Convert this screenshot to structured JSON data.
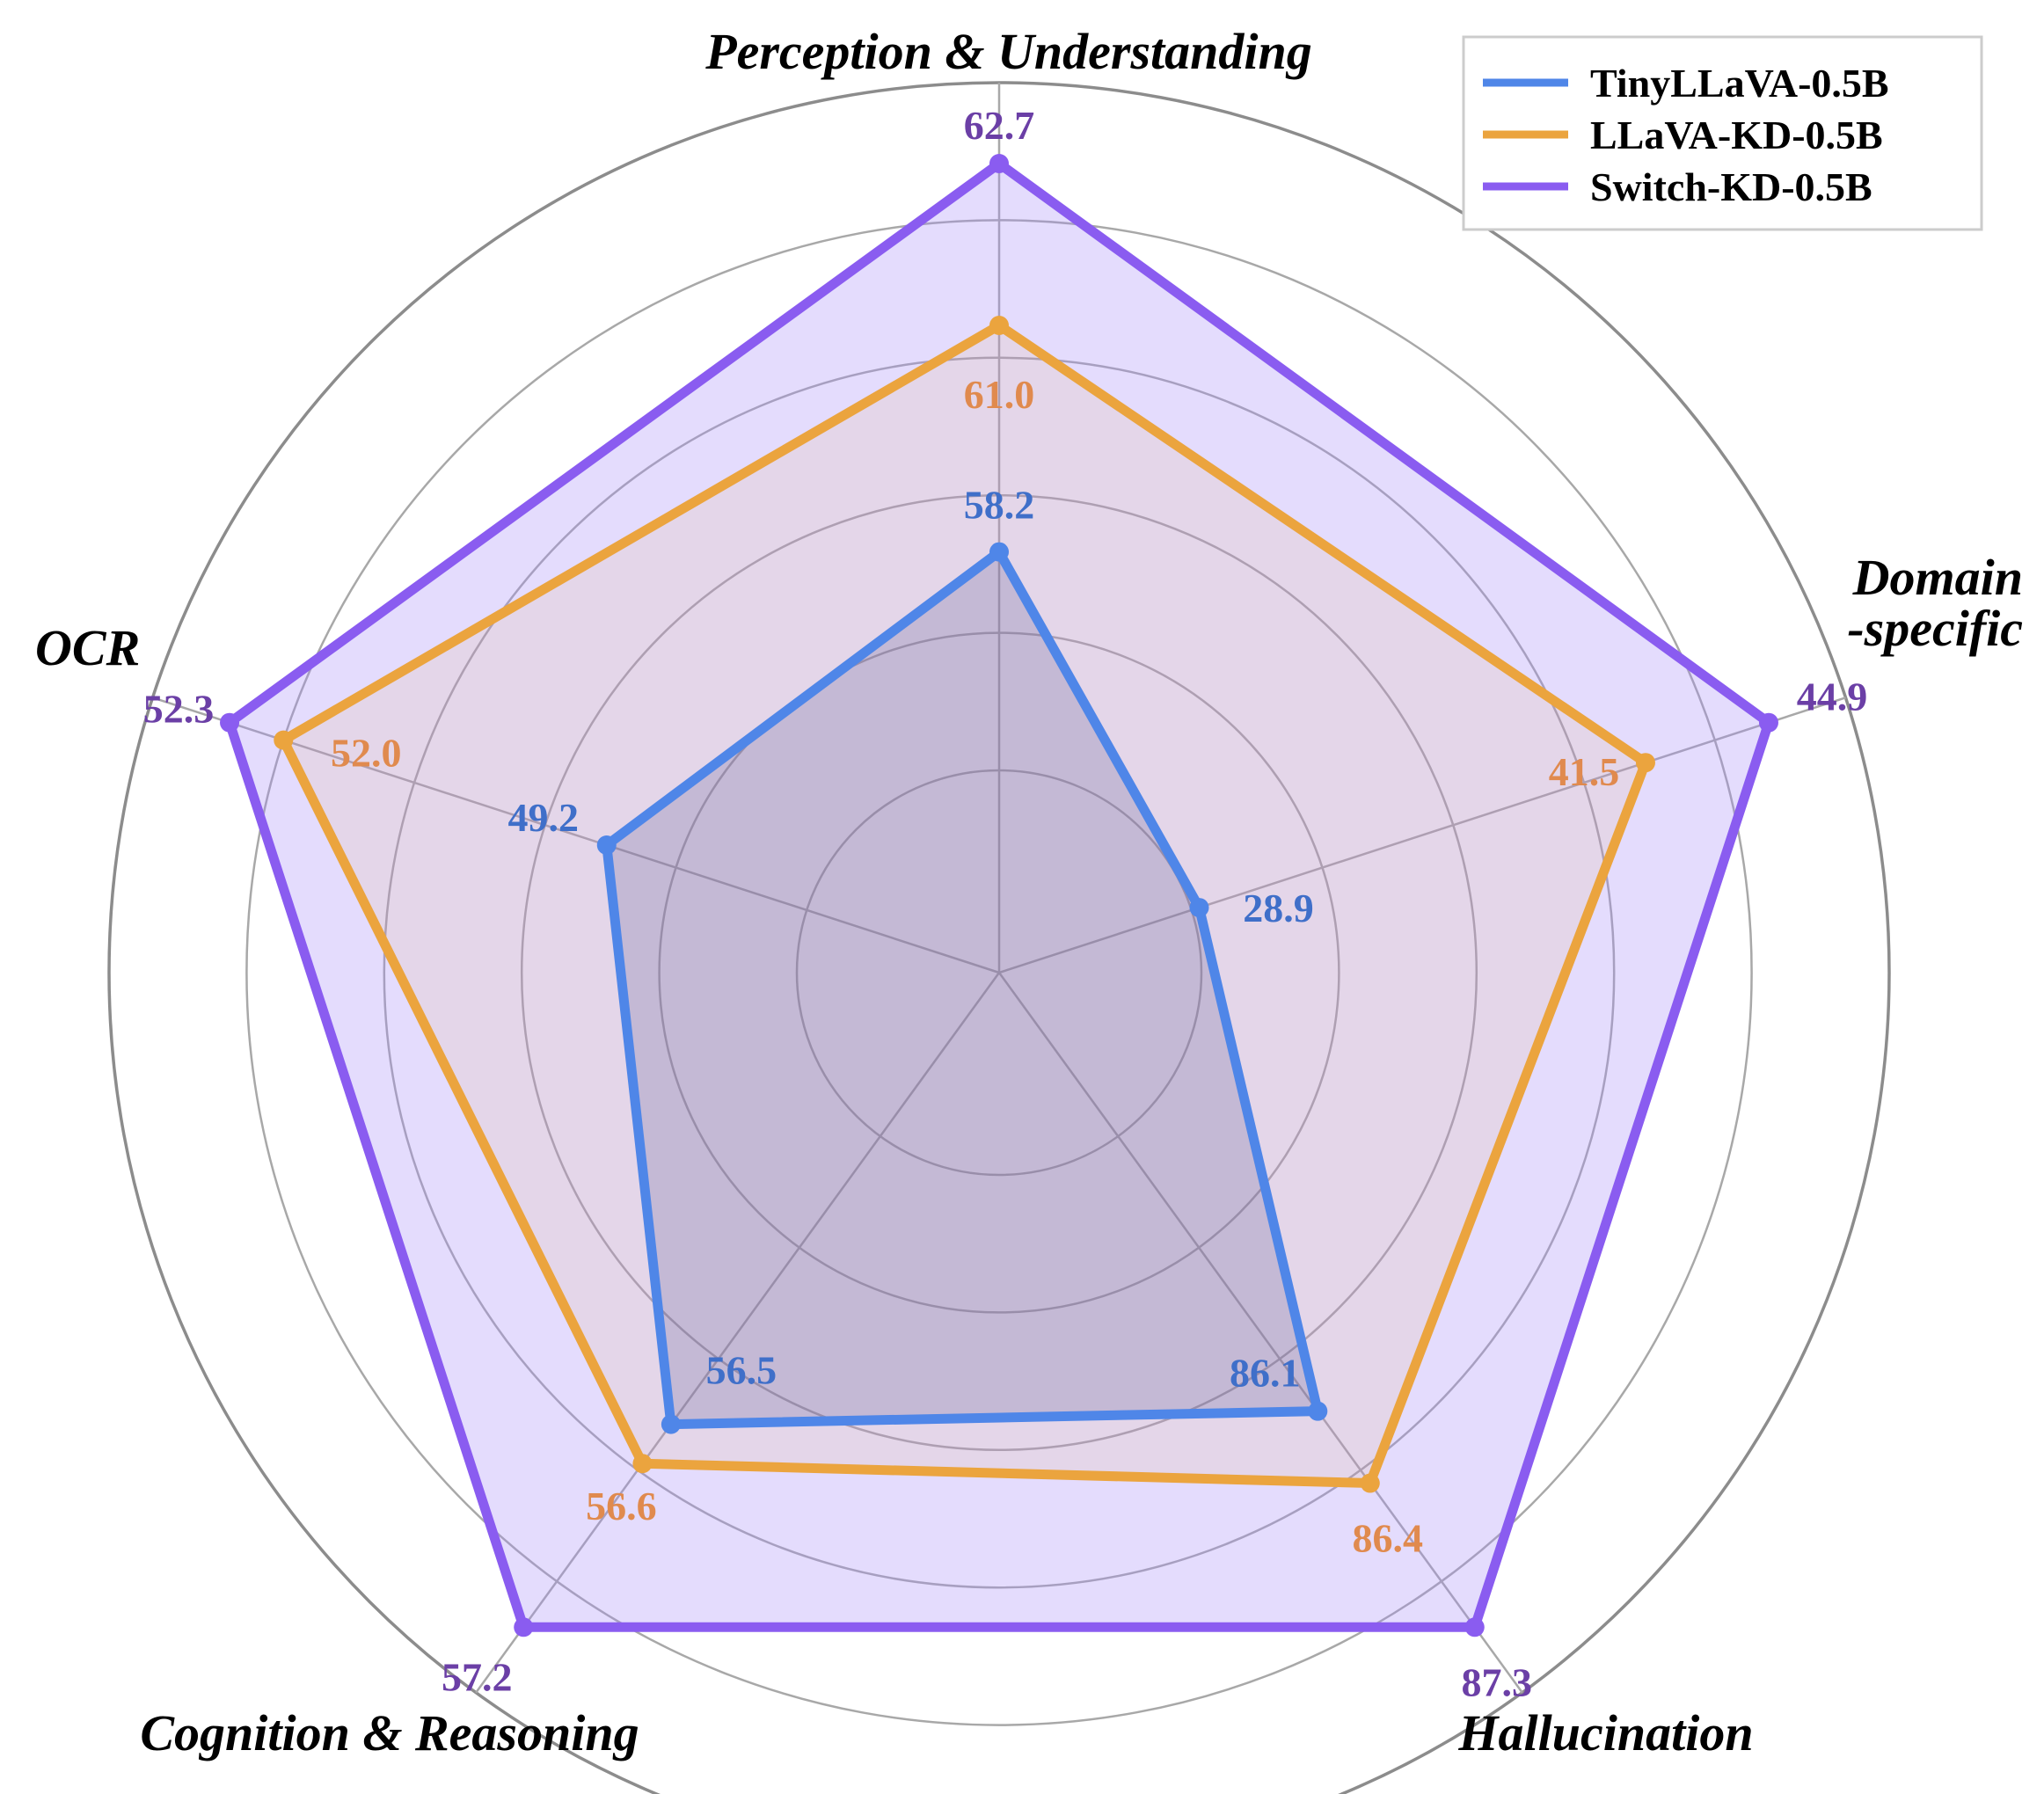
{
  "chart_data": {
    "type": "radar",
    "axes": [
      {
        "label": [
          "Perception & Understanding"
        ]
      },
      {
        "label": [
          "Domain",
          "-specific"
        ]
      },
      {
        "label": [
          "Hallucination"
        ]
      },
      {
        "label": [
          "Cognition & Reasoning"
        ]
      },
      {
        "label": [
          "OCR"
        ]
      }
    ],
    "series": [
      {
        "name": "TinyLLaVA-0.5B",
        "color": "#4f86e8",
        "label_color": "#3f6fc9",
        "values": [
          58.2,
          28.9,
          86.1,
          56.5,
          49.2
        ],
        "fractions": [
          0.52,
          0.26,
          0.67,
          0.69,
          0.51
        ]
      },
      {
        "name": "LLaVA-KD-0.5B",
        "color": "#eba43e",
        "label_color": "#e08a4e",
        "values": [
          61.0,
          41.5,
          86.4,
          56.6,
          52.0
        ],
        "fractions": [
          0.8,
          0.84,
          0.78,
          0.75,
          0.93
        ]
      },
      {
        "name": "Switch-KD-0.5B",
        "color": "#8a5cf0",
        "label_color": "#6b3fa6",
        "values": [
          62.7,
          44.9,
          87.3,
          57.2,
          52.3
        ],
        "fractions": [
          1.0,
          1.0,
          1.0,
          1.0,
          1.0
        ]
      }
    ],
    "value_labels": [
      {
        "series": 0,
        "axis": 0,
        "text": "58.2"
      },
      {
        "series": 0,
        "axis": 1,
        "text": "28.9"
      },
      {
        "series": 0,
        "axis": 2,
        "text": "86.1"
      },
      {
        "series": 0,
        "axis": 3,
        "text": "56.5"
      },
      {
        "series": 0,
        "axis": 4,
        "text": "49.2"
      },
      {
        "series": 1,
        "axis": 0,
        "text": "61.0"
      },
      {
        "series": 1,
        "axis": 1,
        "text": "41.5"
      },
      {
        "series": 1,
        "axis": 2,
        "text": "86.4"
      },
      {
        "series": 1,
        "axis": 3,
        "text": "56.6"
      },
      {
        "series": 1,
        "axis": 4,
        "text": "52.0"
      },
      {
        "series": 2,
        "axis": 0,
        "text": "62.7"
      },
      {
        "series": 2,
        "axis": 1,
        "text": "44.9"
      },
      {
        "series": 2,
        "axis": 2,
        "text": "87.3"
      },
      {
        "series": 2,
        "axis": 3,
        "text": "57.2"
      },
      {
        "series": 2,
        "axis": 4,
        "text": "52.3"
      }
    ],
    "grid": true,
    "legend": "top-right"
  }
}
